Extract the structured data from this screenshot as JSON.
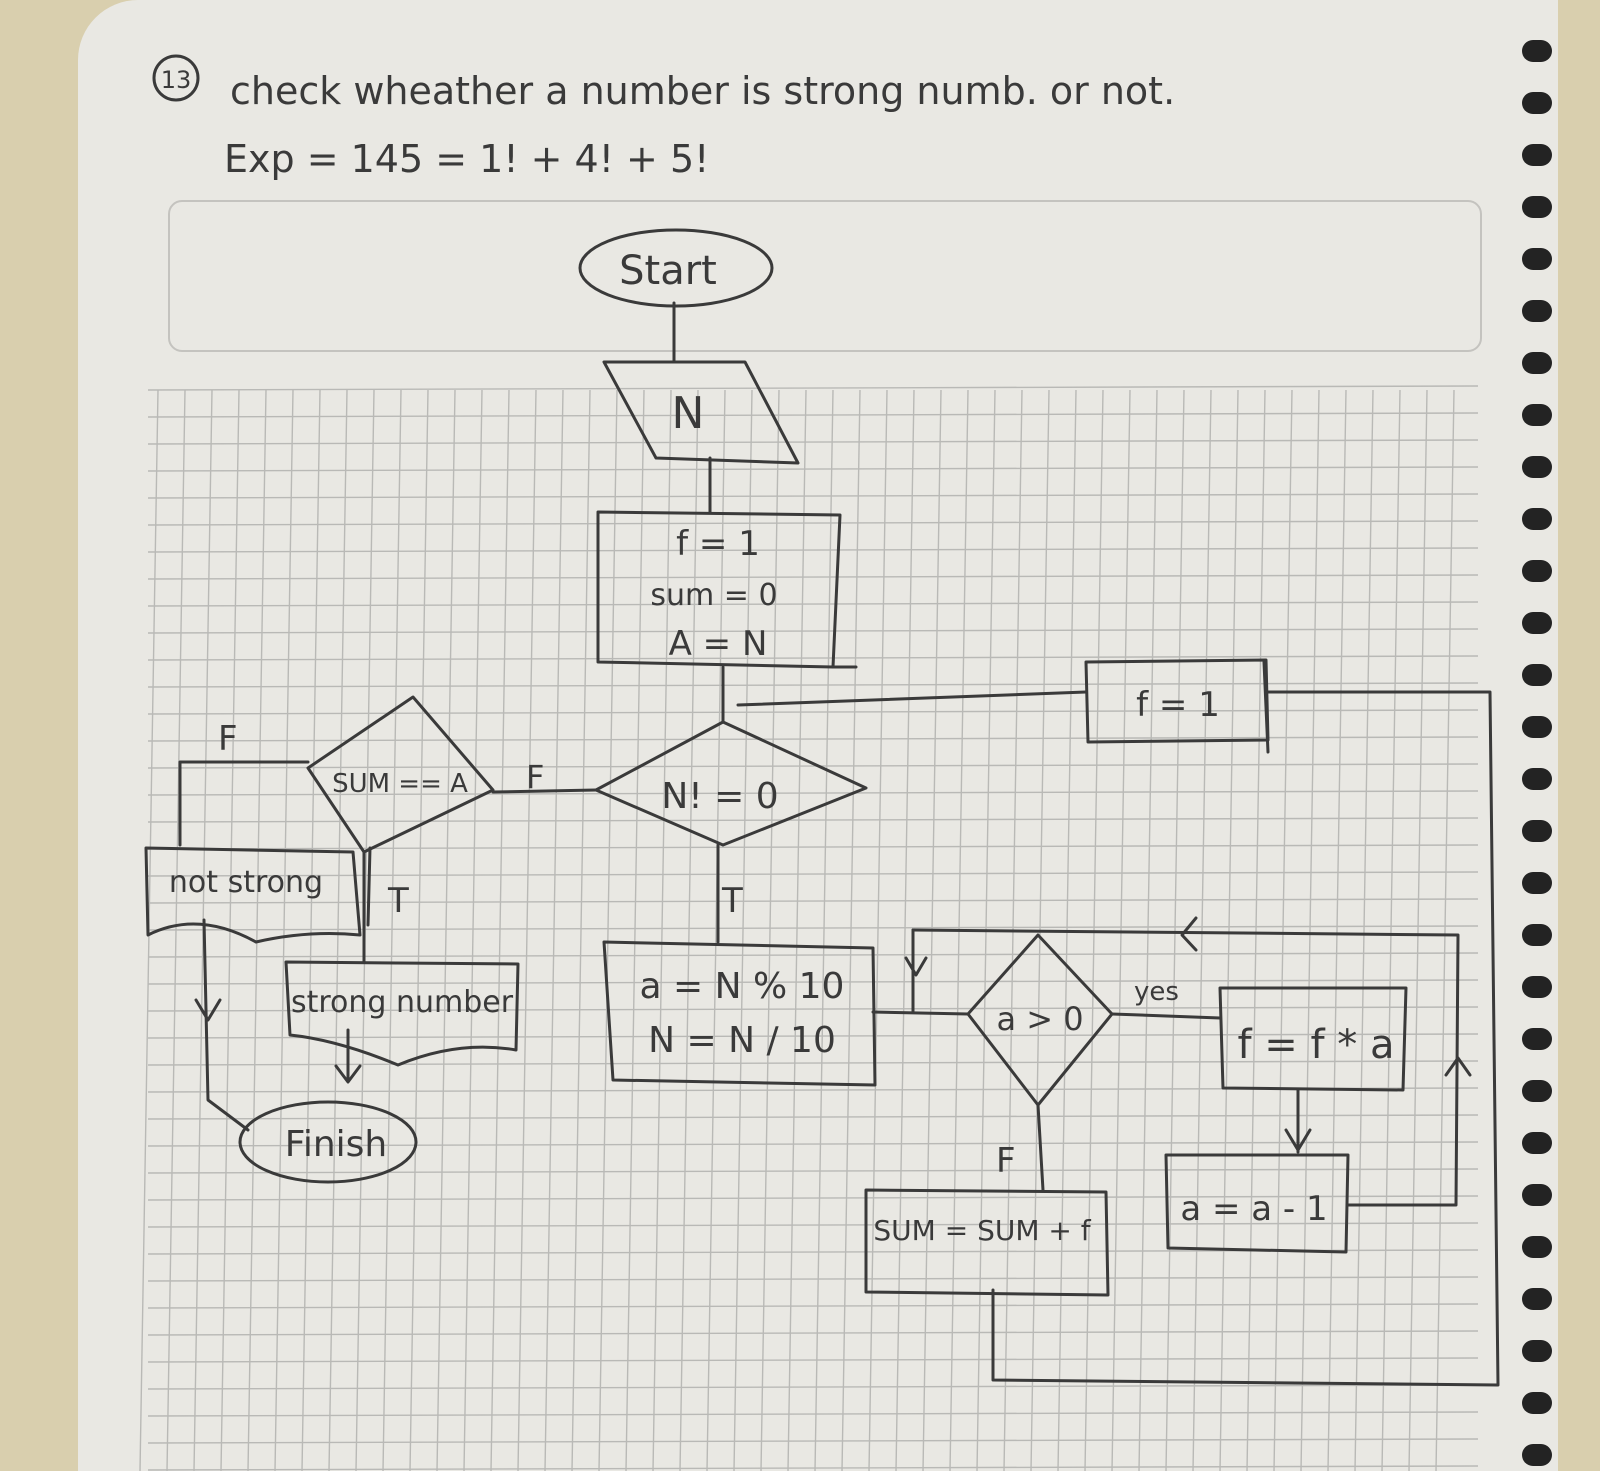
{
  "header": {
    "problem_number": "13",
    "title": "check wheather a number is strong numb. or not.",
    "example": "Exp = 145 = 1! + 4! + 5!"
  },
  "flowchart": {
    "start": "Start",
    "input": "N",
    "init": [
      "f = 1",
      "sum = 0",
      "A = N"
    ],
    "loop_condition": "N! = 0",
    "sum_check": "SUM == A",
    "not_strong": "not strong",
    "strong": "strong number",
    "finish": "Finish",
    "digit_step": [
      "a = N % 10",
      "N = N / 10"
    ],
    "factorial_condition": "a > 0",
    "factorial_multiply": "f = f * a",
    "factorial_decrement": "a = a - 1",
    "accumulate": "SUM = SUM + f",
    "reset_f": "f = 1",
    "labels": {
      "sum_false": "F",
      "sum_true": "T",
      "loop_false": "F",
      "loop_true": "T",
      "fact_yes": "yes",
      "fact_false": "F"
    }
  }
}
